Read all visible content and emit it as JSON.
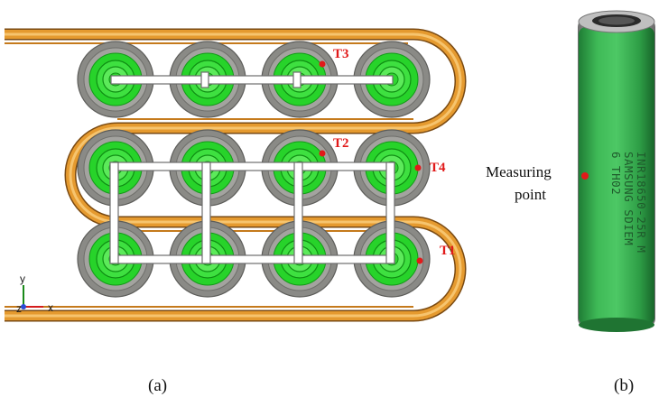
{
  "panel_a": {
    "caption": "(a)",
    "sensor_labels": {
      "t1": "T1",
      "t2": "T2",
      "t3": "T3",
      "t4": "T4"
    },
    "axis": {
      "y": "y",
      "x": "x",
      "z": "z"
    }
  },
  "panel_b": {
    "caption": "(b)",
    "measuring_point_line1": "Measuring",
    "measuring_point_line2": "point",
    "cell_print": [
      "INR18650-25R M",
      "SAMSUNG SDIEM",
      "6    TH02"
    ]
  },
  "colors": {
    "cooling_plate": "#e59a2f",
    "cell_outer": "#8a8a86",
    "cell_inner": "#27d32a",
    "marker": "#e11a1a",
    "cell_body": "#2fa84a"
  }
}
